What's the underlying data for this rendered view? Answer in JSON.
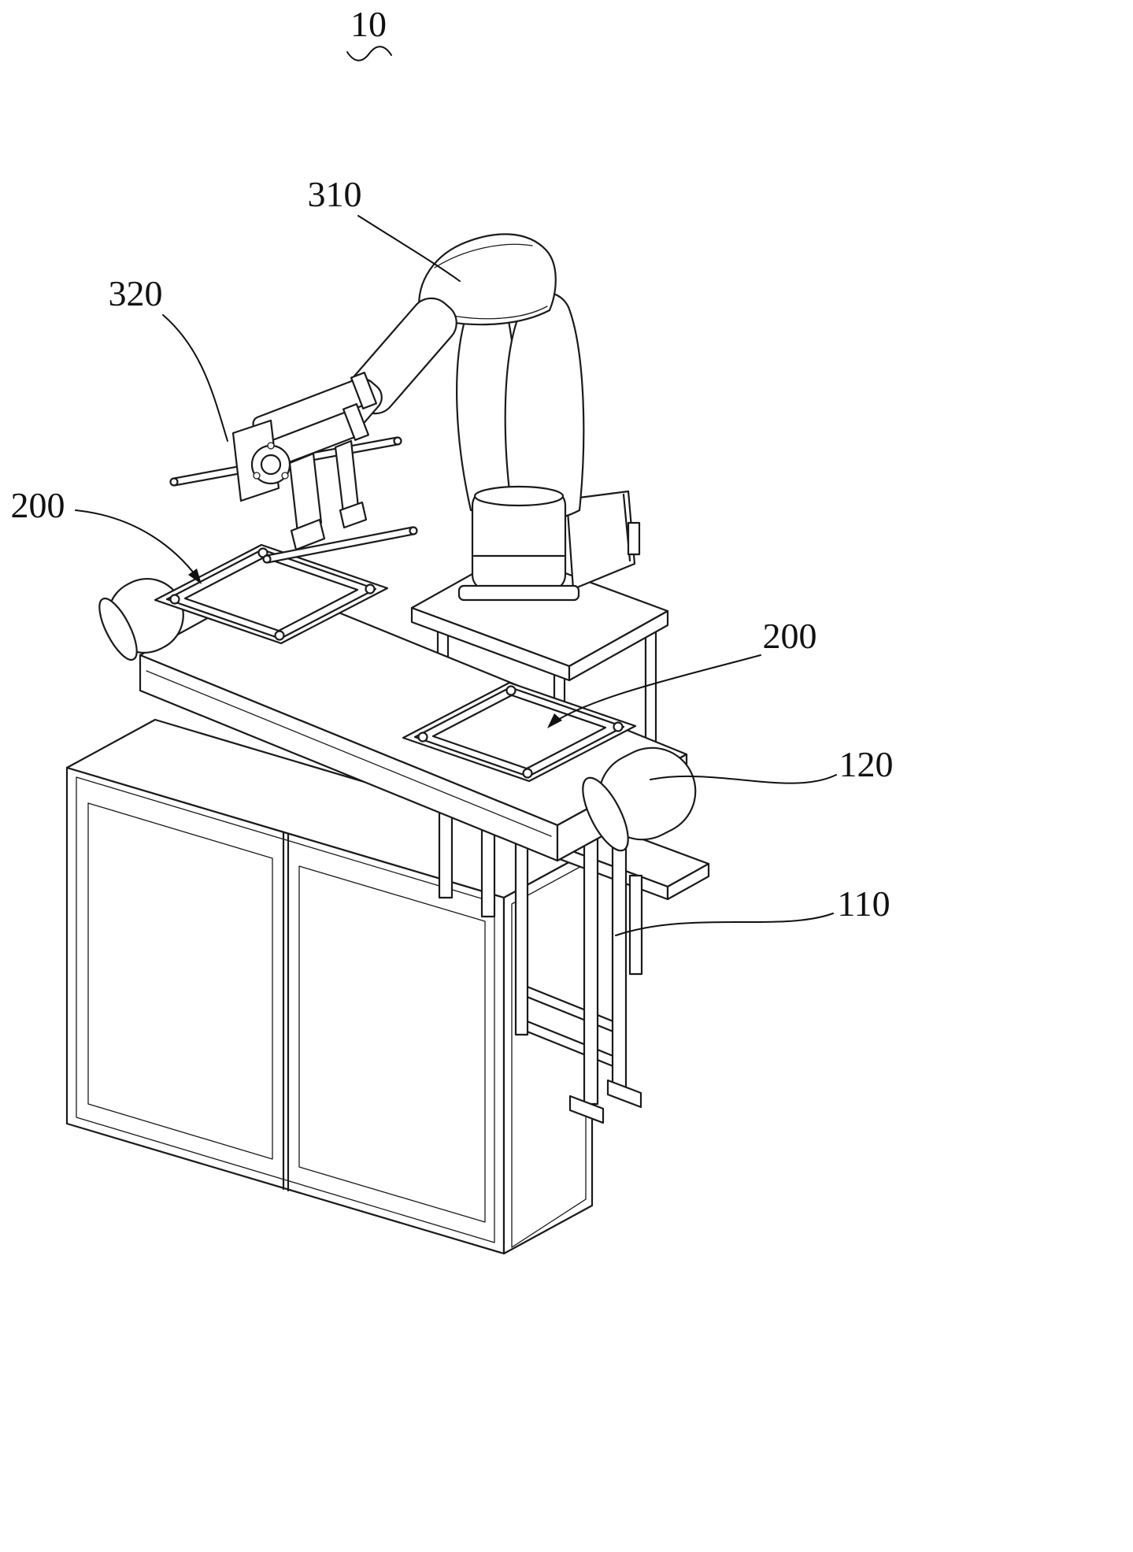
{
  "figure": {
    "number": "10",
    "labels": {
      "ref310": "310",
      "ref320": "320",
      "ref200_left": "200",
      "ref200_right": "200",
      "ref120": "120",
      "ref110": "110"
    }
  }
}
